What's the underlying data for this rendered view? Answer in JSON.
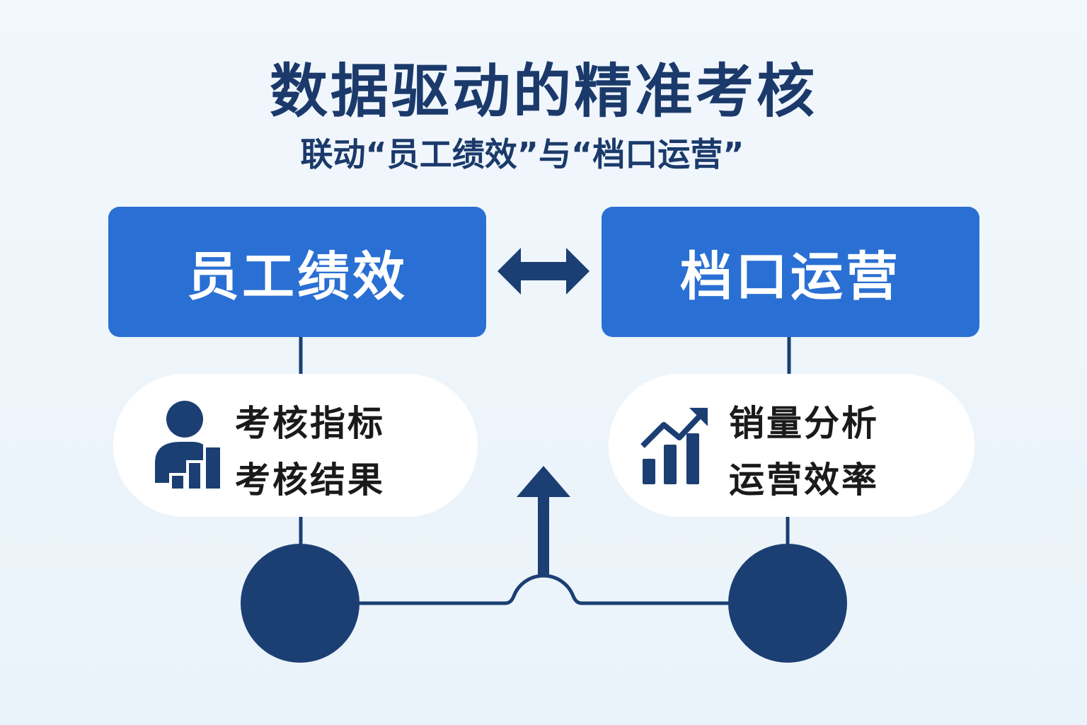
{
  "title": "数据驱动的精准考核",
  "subtitle": "联动“员工绩效”与“档口运营”",
  "left": {
    "heading": "员工绩效",
    "items": [
      "考核指标",
      "考核结果"
    ],
    "icon": "person-chart-icon"
  },
  "right": {
    "heading": "档口运营",
    "items": [
      "销量分析",
      "运营效率"
    ],
    "icon": "growth-chart-icon"
  },
  "colors": {
    "navy": "#1b3f73",
    "blue": "#2a6fd3",
    "background": "#eef5fb"
  }
}
